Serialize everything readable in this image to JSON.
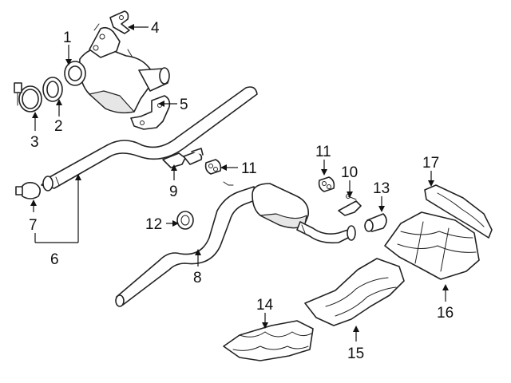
{
  "callouts": {
    "c1": "1",
    "c2": "2",
    "c3": "3",
    "c4": "4",
    "c5": "5",
    "c6": "6",
    "c7": "7",
    "c8": "8",
    "c9": "9",
    "c10": "10",
    "c11a": "11",
    "c11b": "11",
    "c12": "12",
    "c13": "13",
    "c14": "14",
    "c15": "15",
    "c16": "16",
    "c17": "17"
  }
}
